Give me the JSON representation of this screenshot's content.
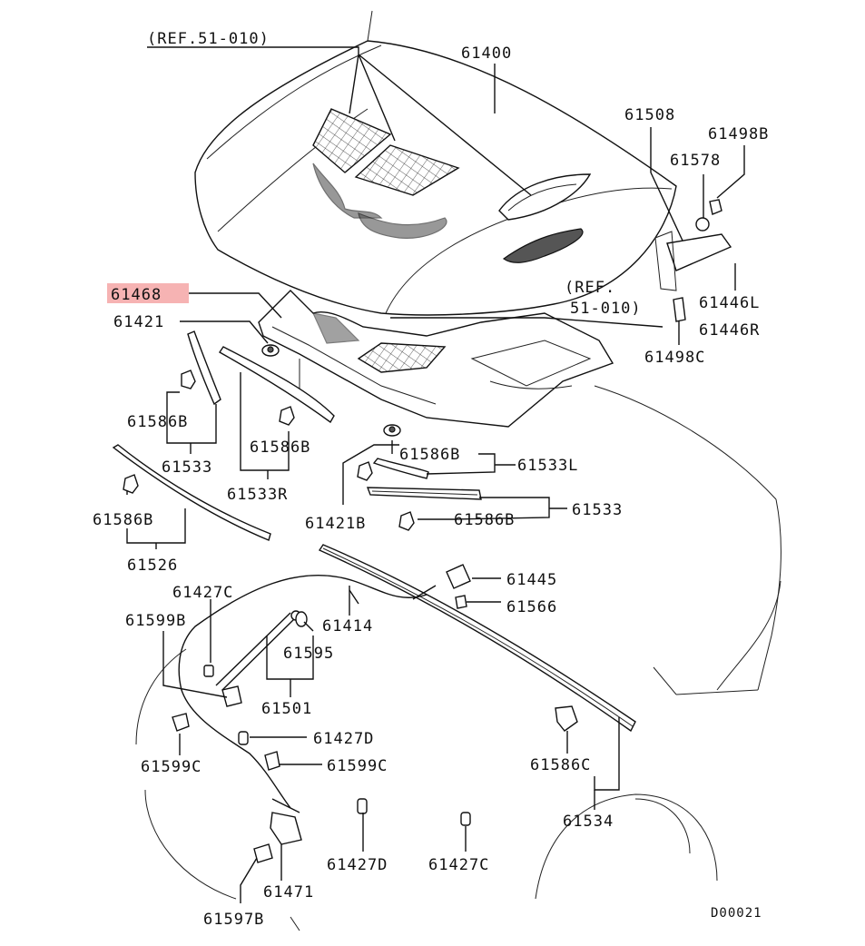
{
  "diagram": {
    "code": "D00021",
    "highlight_color": "#f6b3b3",
    "labels": {
      "ref_51_010_top": "(REF.51-010)",
      "p61400": "61400",
      "p61508": "61508",
      "p61498B": "61498B",
      "p61578": "61578",
      "ref_right_1": "(REF.",
      "ref_right_2": "51-010)",
      "p61446L": "61446L",
      "p61446R": "61446R",
      "p61498C": "61498C",
      "p61468": "61468",
      "p61421": "61421",
      "p61586B_a": "61586B",
      "p61533_a": "61533",
      "p61586B_b": "61586B",
      "p61533R": "61533R",
      "p61586B_c": "61586B",
      "p61526": "61526",
      "p61586B_d": "61586B",
      "p61533L": "61533L",
      "p61586B_e": "61586B",
      "p61533_b": "61533",
      "p61421B": "61421B",
      "p61445": "61445",
      "p61566": "61566",
      "p61427C_a": "61427C",
      "p61599B": "61599B",
      "p61414": "61414",
      "p61595": "61595",
      "p61501": "61501",
      "p61427D_a": "61427D",
      "p61599C_a": "61599C",
      "p61599C_b": "61599C",
      "p61586C": "61586C",
      "p61534": "61534",
      "p61471": "61471",
      "p61427D_b": "61427D",
      "p61427C_b": "61427C",
      "p61597B": "61597B"
    }
  }
}
